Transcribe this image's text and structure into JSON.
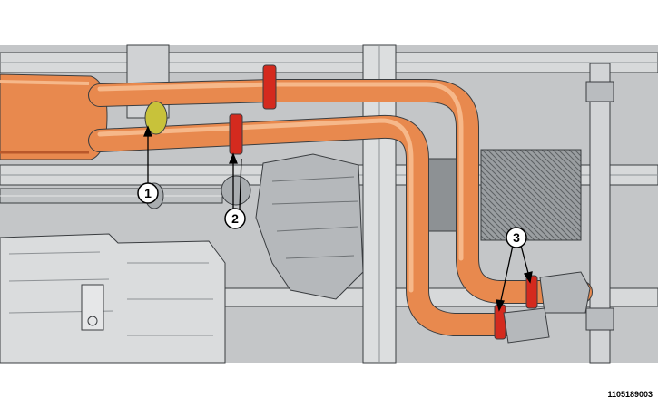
{
  "figure": {
    "id": "1105189003",
    "callouts": [
      {
        "label": "1",
        "part": "flange-clamp-yellow"
      },
      {
        "label": "2",
        "part": "hanger-clamp-red"
      },
      {
        "label": "3",
        "part": "band-clamp-red"
      }
    ]
  },
  "colors": {
    "pipe": "#e8894e",
    "pipe_dark": "#b9582a",
    "pipe_light": "#f6b88a",
    "frame": "#d7d9da",
    "frame_dark": "#8e9295",
    "background": "#c4c6c8",
    "clamp_red": "#d42a1e",
    "clamp_yellow": "#c8c23a",
    "line": "#3a3d40"
  }
}
